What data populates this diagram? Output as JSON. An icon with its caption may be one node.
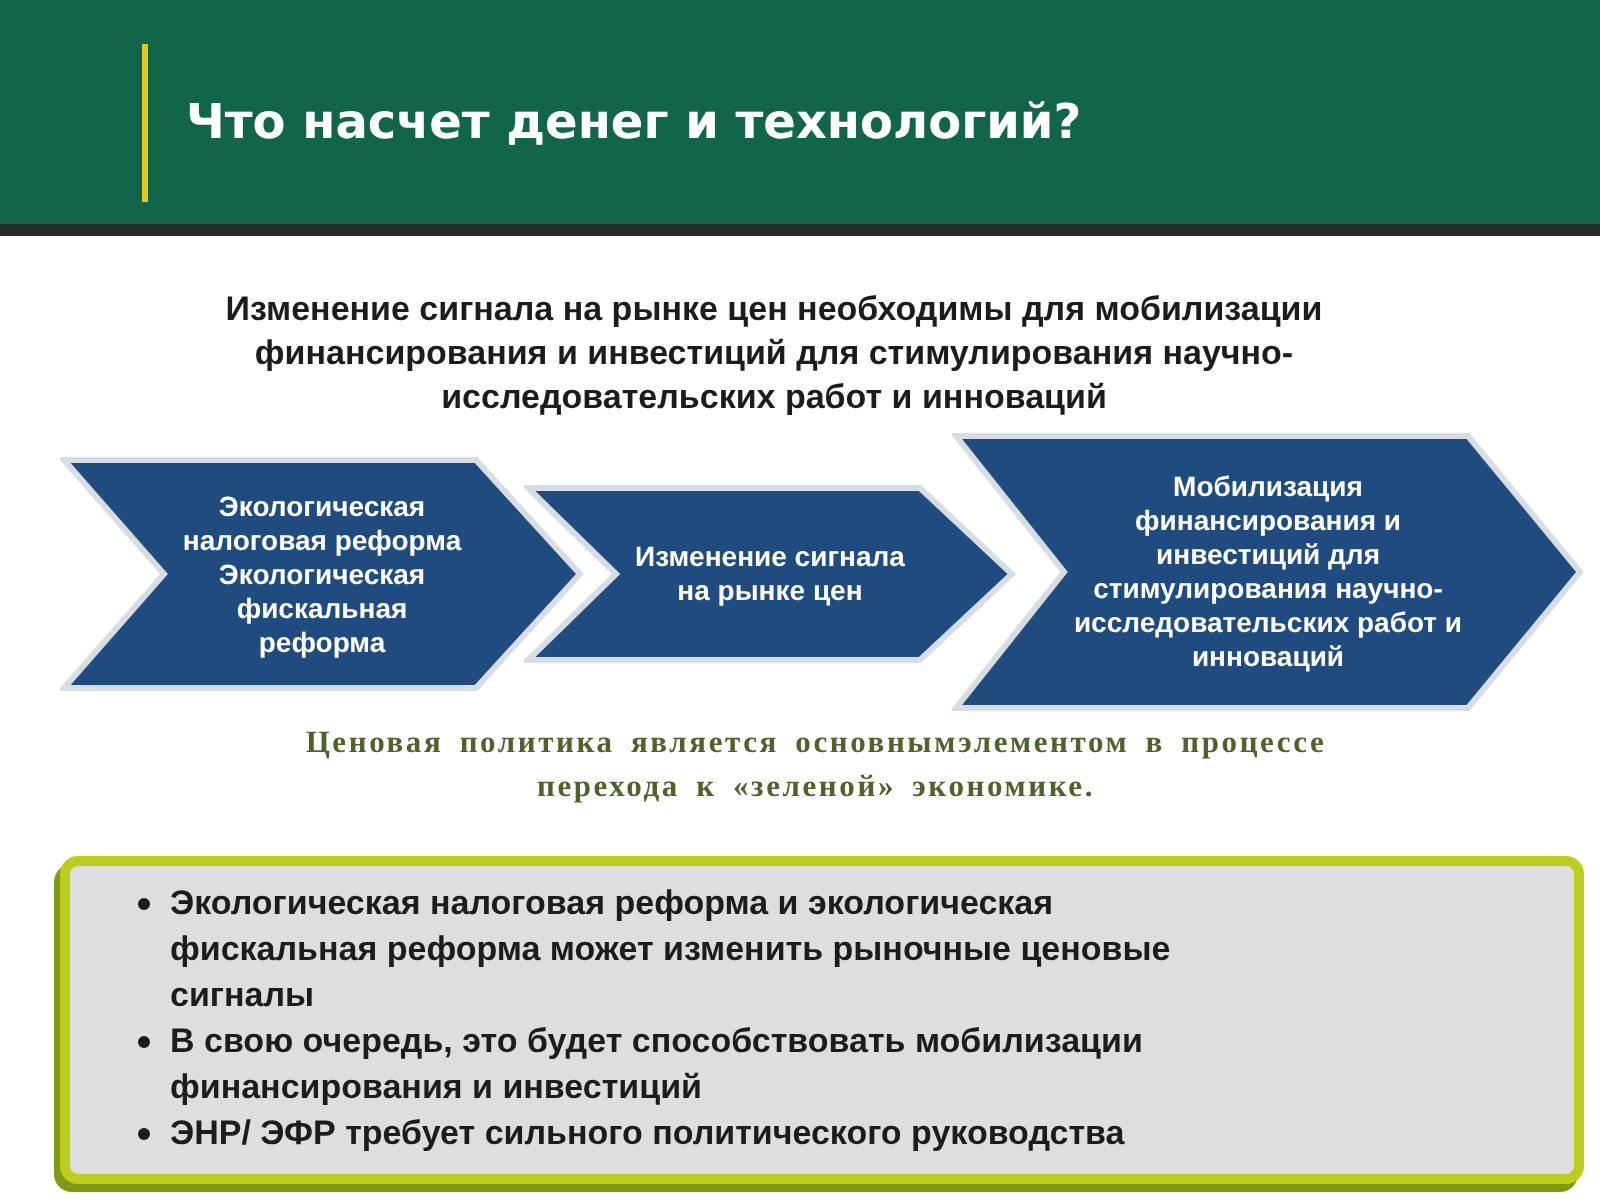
{
  "diagram": {
    "title": "Что насчет денег и технологий?",
    "nodes": [
      {
        "text": [
          "Экологическая налоговая реформа",
          "Экологическая фискальная реформа"
        ]
      },
      {
        "text": [
          "Изменение сигнала на рынке цен"
        ]
      },
      {
        "text": [
          "Мобилизация финансирования и инвестиций для стимулирования научно-исследовательских работ и инноваций"
        ]
      },
      {
        "text": [
          "Экологическая налоговая реформа и экологическая фискальная реформа может изменить рыночные ценовые сигналы",
          "В свою очередь, это будет способствовать мобилизации финансирования и инвестиций",
          "ЭНР/ ЭФР требует сильного политического руководства"
        ]
      }
    ],
    "labels": [
      "Изменение сигнала на рынке цен необходимы для мобилизации финансирования и инвестиций для стимулирования научно-исследовательских работ и инноваций",
      "Ценовая политика является основнымэлементом в процессе перехода к «зеленой» экономике."
    ]
  }
}
